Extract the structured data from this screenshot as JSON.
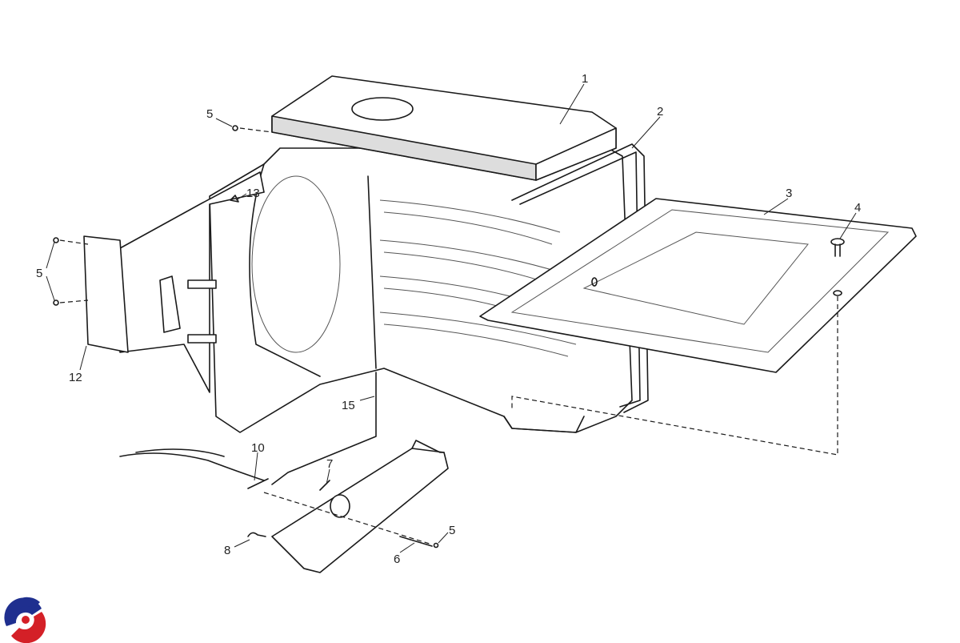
{
  "diagram": {
    "type": "exploded-parts-view",
    "callouts": [
      {
        "id": "c1",
        "label": "1"
      },
      {
        "id": "c2",
        "label": "2"
      },
      {
        "id": "c3",
        "label": "3"
      },
      {
        "id": "c4",
        "label": "4"
      },
      {
        "id": "c5a",
        "label": "5"
      },
      {
        "id": "c13",
        "label": "13"
      },
      {
        "id": "c5b",
        "label": "5"
      },
      {
        "id": "c12",
        "label": "12"
      },
      {
        "id": "c15",
        "label": "15"
      },
      {
        "id": "c10",
        "label": "10"
      },
      {
        "id": "c7",
        "label": "7"
      },
      {
        "id": "c5c",
        "label": "5"
      },
      {
        "id": "c6",
        "label": "6"
      },
      {
        "id": "c8",
        "label": "8"
      }
    ]
  },
  "logo": {
    "name": "brand-logo",
    "colors": [
      "#1f2f8f",
      "#d42027"
    ]
  }
}
